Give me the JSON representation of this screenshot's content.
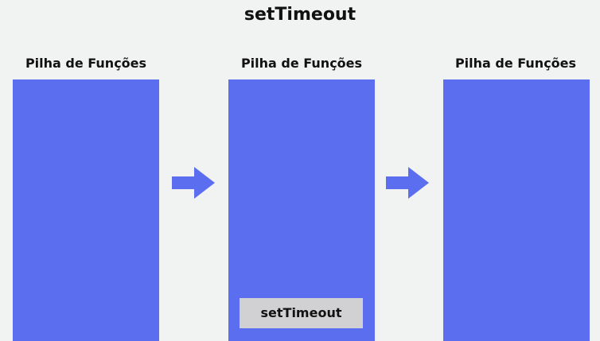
{
  "title": "setTimeout",
  "colors": {
    "background": "#f1f2f2",
    "stack": "#5b6ef0",
    "frame": "#d1d1d3",
    "text": "#111111"
  },
  "stages": [
    {
      "label": "Pilha de Funções",
      "frames": []
    },
    {
      "label": "Pilha de Funções",
      "frames": [
        "setTimeout"
      ]
    },
    {
      "label": "Pilha de Funções",
      "frames": []
    }
  ],
  "arrows": [
    "right-arrow-icon",
    "right-arrow-icon"
  ]
}
